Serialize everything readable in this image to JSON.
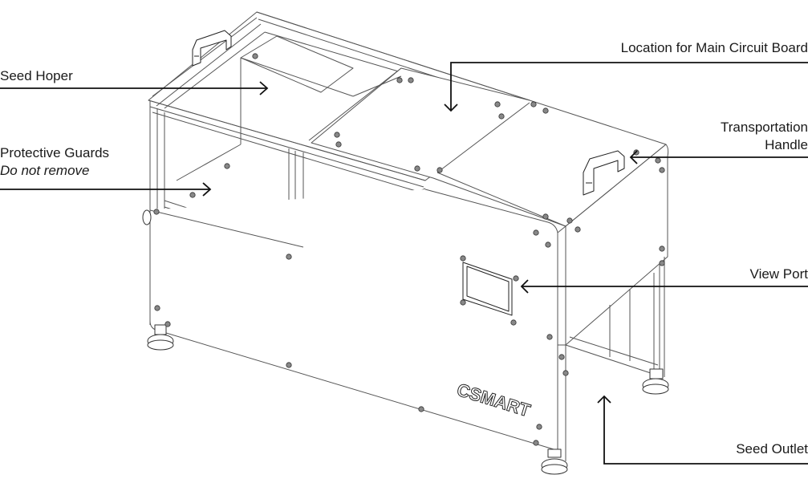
{
  "diagram": {
    "subject": "Seed metering machine (isometric line drawing)",
    "logo_text": "CSMART",
    "line_color": "#111111",
    "thin_line_color": "#555555",
    "callouts": [
      {
        "id": "seed-hoper",
        "label": "Seed Hoper",
        "sublabel": ""
      },
      {
        "id": "protective-guards",
        "label": "Protective Guards",
        "sublabel": "Do not remove"
      },
      {
        "id": "main-circuit-board",
        "label": "Location for Main Circuit Board",
        "sublabel": ""
      },
      {
        "id": "transportation-handle",
        "label": "Transportation",
        "sublabel": "Handle"
      },
      {
        "id": "view-port",
        "label": "View Port",
        "sublabel": ""
      },
      {
        "id": "seed-outlet",
        "label": "Seed Outlet",
        "sublabel": ""
      }
    ]
  }
}
